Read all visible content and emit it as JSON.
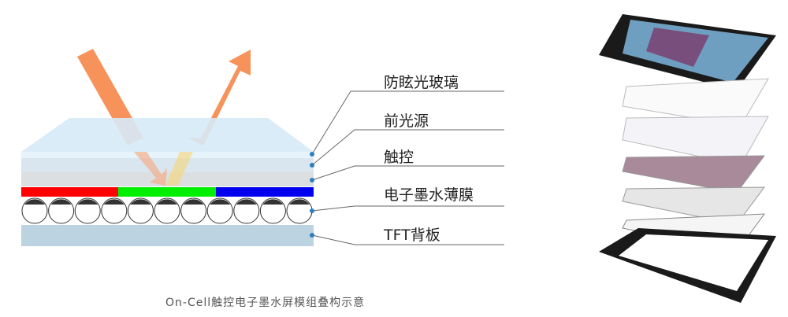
{
  "labels": [
    "防眩光玻璃",
    "前光源",
    "触控",
    "电子墨水薄膜",
    "TFT背板"
  ],
  "caption": "On-Cell触控电子墨水屏模组叠构示意",
  "colors": {
    "red": "#ff0000",
    "green": "#00ee00",
    "blue": "#0000ee",
    "arrow": "#f7935a",
    "dot": "#2d7fbf"
  }
}
